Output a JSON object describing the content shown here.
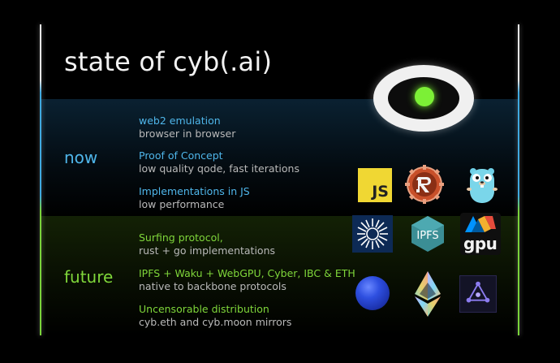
{
  "slide": {
    "title": "state of cyb(.ai)",
    "now": {
      "label": "now",
      "items": [
        {
          "head": "web2 emulation",
          "sub": "browser in browser"
        },
        {
          "head": "Proof of Concept",
          "sub": "low quality qode, fast iterations"
        },
        {
          "head": "Implementations in JS",
          "sub": "low performance"
        }
      ]
    },
    "future": {
      "label": "future",
      "items": [
        {
          "head": "Surfing protocol,",
          "sub": "rust + go implementations"
        },
        {
          "head": "IPFS + Waku + WebGPU, Cyber, IBC & ETH",
          "sub": "native to backbone protocols"
        },
        {
          "head": "Uncensorable distribution",
          "sub": "cyb.eth and cyb.moon mirrors"
        }
      ]
    },
    "logos": {
      "js": "JS",
      "ipfs": "IPFS",
      "gpu": "gpu"
    },
    "colors": {
      "now_accent": "#4fb6ea",
      "future_accent": "#7fd63a",
      "pupil": "#7cf036"
    },
    "icons": [
      "cyb-eye-icon",
      "javascript-icon",
      "rust-icon",
      "go-gopher-icon",
      "orbit-icon",
      "ipfs-icon",
      "webgpu-icon",
      "blue-sphere-icon",
      "ethereum-icon",
      "the-graph-icon"
    ]
  }
}
